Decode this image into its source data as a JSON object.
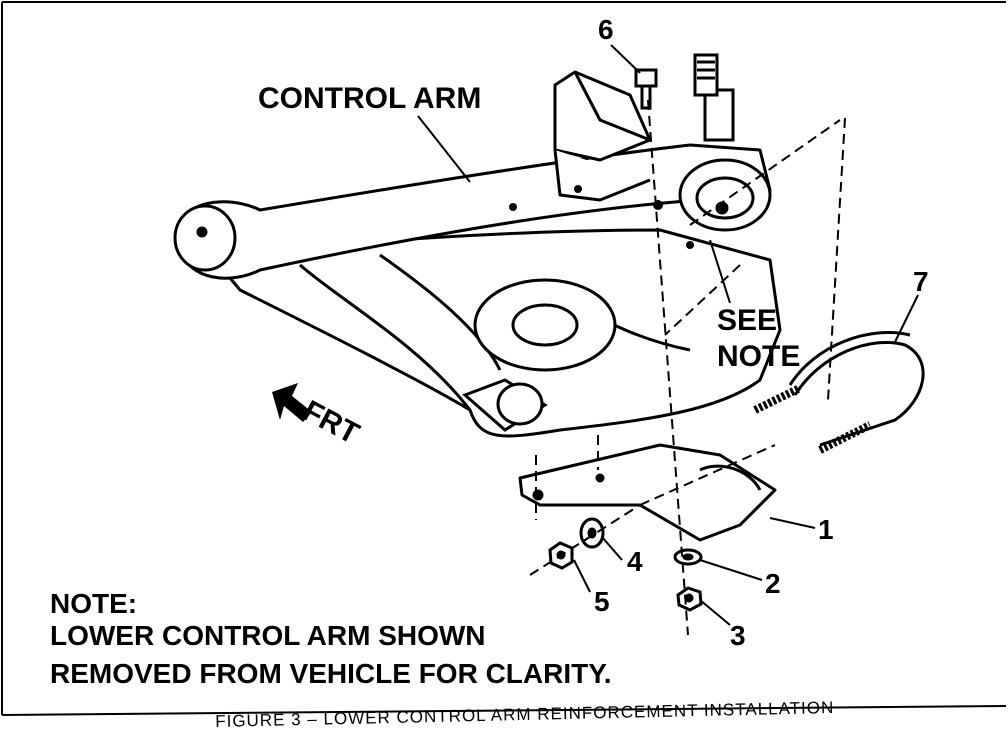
{
  "figure": {
    "caption": "FIGURE 3 – LOWER CONTROL ARM REINFORCEMENT INSTALLATION",
    "labels": {
      "control_arm": "CONTROL ARM",
      "see": "SEE",
      "note": "NOTE",
      "frt": "FRT"
    },
    "callouts": [
      "1",
      "2",
      "3",
      "4",
      "5",
      "6",
      "7"
    ],
    "note_block": {
      "heading": "NOTE:",
      "line1": "LOWER CONTROL ARM SHOWN",
      "line2": "REMOVED FROM VEHICLE FOR CLARITY."
    }
  },
  "colors": {
    "ink": "#000000",
    "paper": "#ffffff"
  }
}
